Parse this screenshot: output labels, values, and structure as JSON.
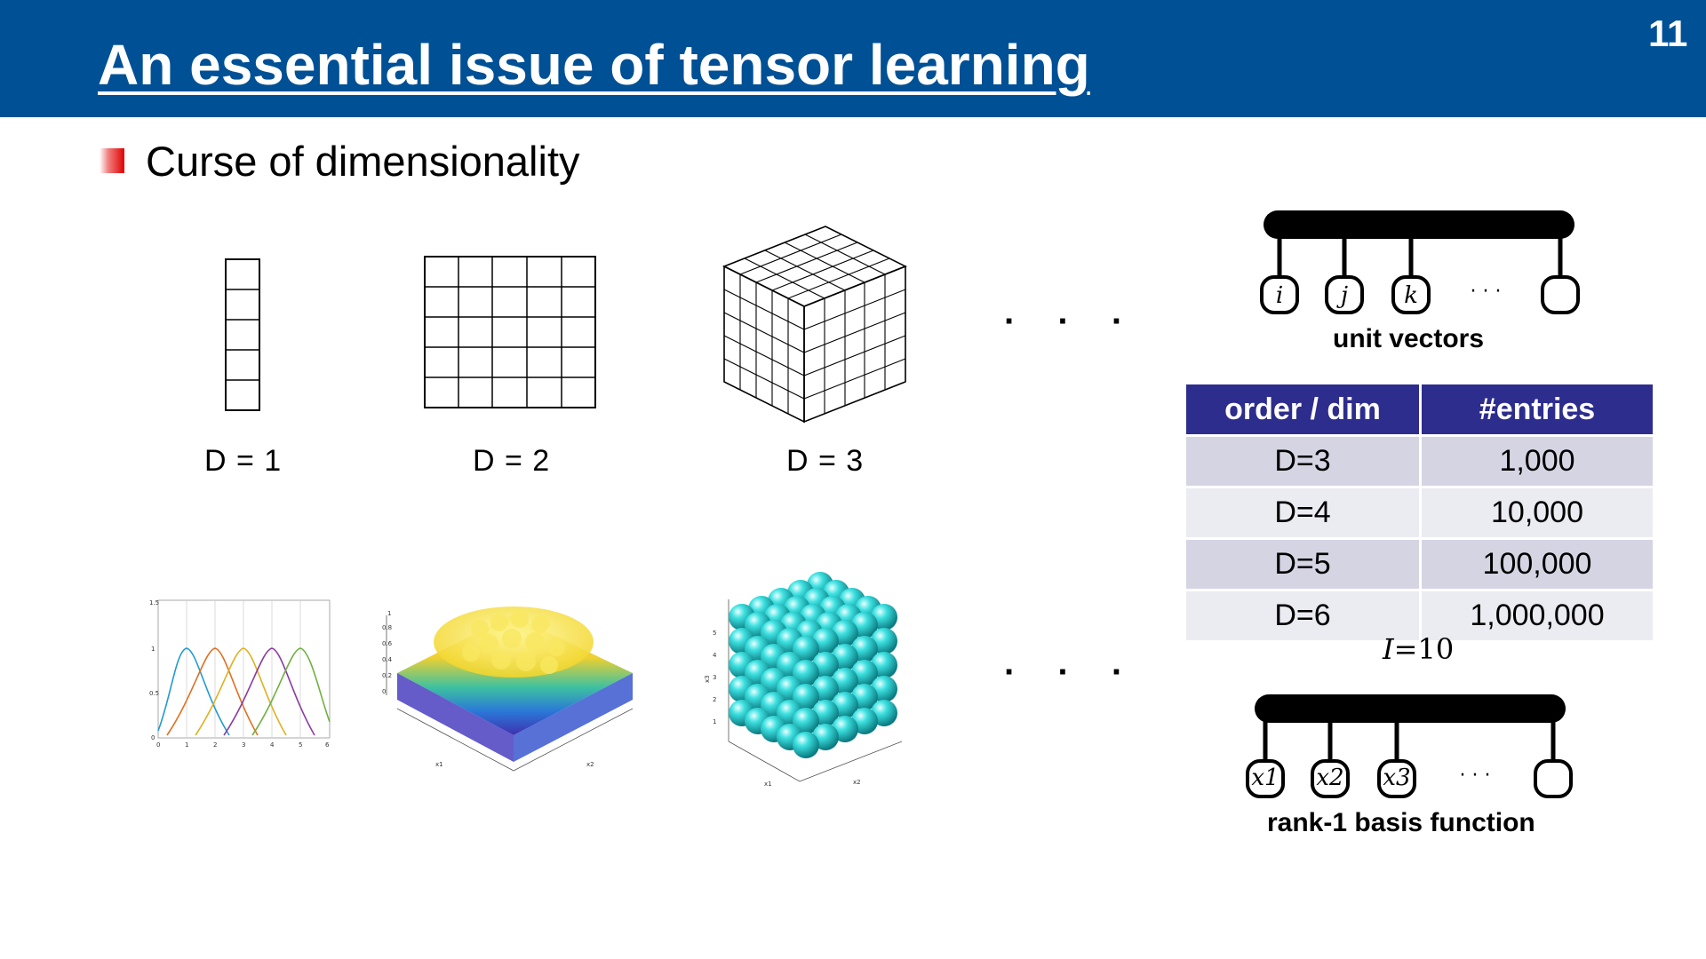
{
  "header": {
    "title": "An essential issue of tensor learning",
    "page_number": "11",
    "color": "#005096"
  },
  "bullet": {
    "text": "Curse of dimensionality",
    "marker_color": "#e00000"
  },
  "grids": {
    "d1_label": "D = 1",
    "d2_label": "D = 2",
    "d3_label": "D = 3",
    "ellipsis": "· · ·"
  },
  "top_diagram": {
    "caption": "unit vectors",
    "nodes": [
      "i",
      "j",
      "k",
      ""
    ],
    "ellipsis": "· · ·"
  },
  "table": {
    "headers": [
      "order / dim",
      "#entries"
    ],
    "rows": [
      [
        "D=3",
        "1,000"
      ],
      [
        "D=4",
        "10,000"
      ],
      [
        "D=5",
        "100,000"
      ],
      [
        "D=6",
        "1,000,000"
      ]
    ],
    "header_color": "#2d2d8e",
    "note_var": "I",
    "note_value": "=10"
  },
  "bottom_diagram": {
    "caption": "rank-1 basis function",
    "nodes": [
      "x1",
      "x2",
      "x3",
      ""
    ],
    "ellipsis": "· · ·"
  },
  "plots": {
    "ellipsis": "· · ·"
  }
}
